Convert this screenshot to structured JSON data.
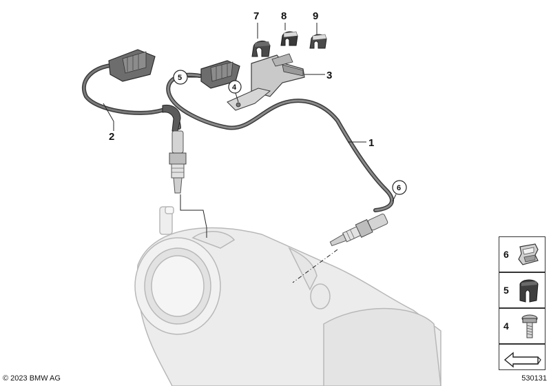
{
  "callouts": {
    "c1": "1",
    "c2": "2",
    "c3": "3",
    "c4": "4",
    "c5": "5",
    "c6": "6",
    "c7": "7",
    "c8": "8",
    "c9": "9"
  },
  "legend": [
    {
      "number": "6",
      "icon": "clip-icon"
    },
    {
      "number": "5",
      "icon": "grommet-icon"
    },
    {
      "number": "4",
      "icon": "screw-icon"
    },
    {
      "number": "",
      "icon": "arrow-icon"
    }
  ],
  "footer": {
    "copyright": "© 2023 BMW AG",
    "ref_number": "530131"
  }
}
